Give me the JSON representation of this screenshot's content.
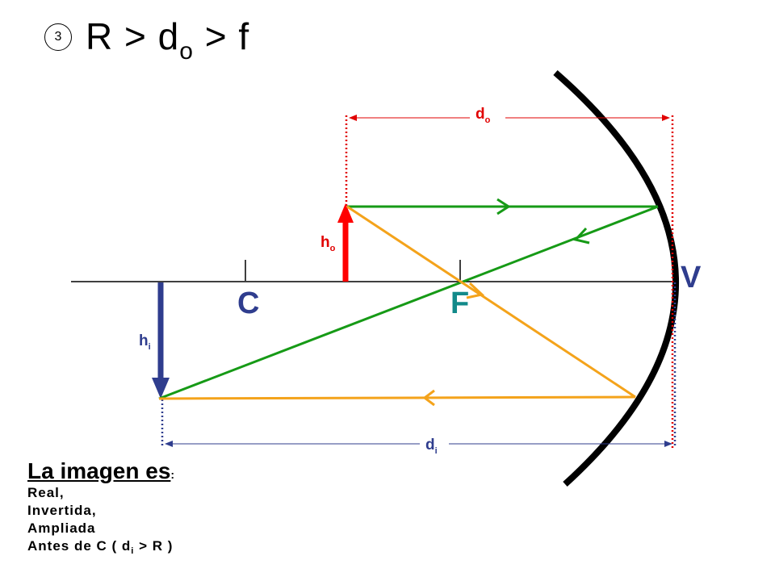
{
  "slide_number": "3",
  "title": {
    "part1": "R > d",
    "sub": "o",
    "part2": " > f"
  },
  "points": {
    "C": "C",
    "F": "F",
    "V": "V"
  },
  "dims": {
    "do": {
      "base": "d",
      "sub": "o"
    },
    "ho": {
      "base": "h",
      "sub": "o"
    },
    "hi": {
      "base": "h",
      "sub": "i"
    },
    "di": {
      "base": "d",
      "sub": "i"
    }
  },
  "description": {
    "heading": "La imagen es",
    "heading_colon": ":",
    "lines": [
      "Real,",
      "Invertida,",
      "Ampliada"
    ],
    "last_line": {
      "before": "Antes de C ( d",
      "sub": "i",
      "after": " >  R )"
    }
  },
  "colors": {
    "mirror": "#000000",
    "object": "#FF0000",
    "image": "#2F3D8E",
    "ray_green": "#169A16",
    "ray_orange": "#F4A31B",
    "dim_red": "#E10000",
    "dim_blue": "#2F3D8E",
    "label_C": "#2F3D8E",
    "label_F": "#128A8A"
  }
}
